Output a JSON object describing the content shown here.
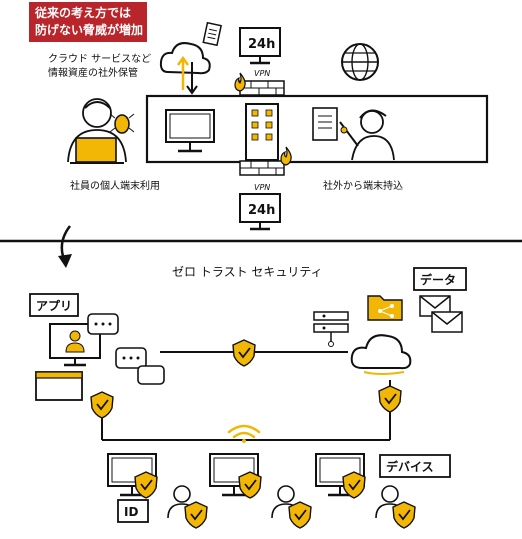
{
  "banner": {
    "line1": "従来の考え方では",
    "line2": "防げない脅威が増加"
  },
  "top": {
    "cloud_caption_line1": "クラウド サービスなど",
    "cloud_caption_line2": "情報資産の社外保管",
    "vpn_label": "VPN",
    "clock_label": "24h",
    "employee_caption": "社員の個人端末利用",
    "takeout_caption": "社外から端末持込"
  },
  "bottom": {
    "title": "ゼロ トラスト セキュリティ",
    "apps_label": "アプリ",
    "data_label": "データ",
    "devices_label": "デバイス",
    "id_label": "ID"
  },
  "colors": {
    "accent": "#f2b705",
    "banner": "#b8252a",
    "ink": "#111111"
  }
}
